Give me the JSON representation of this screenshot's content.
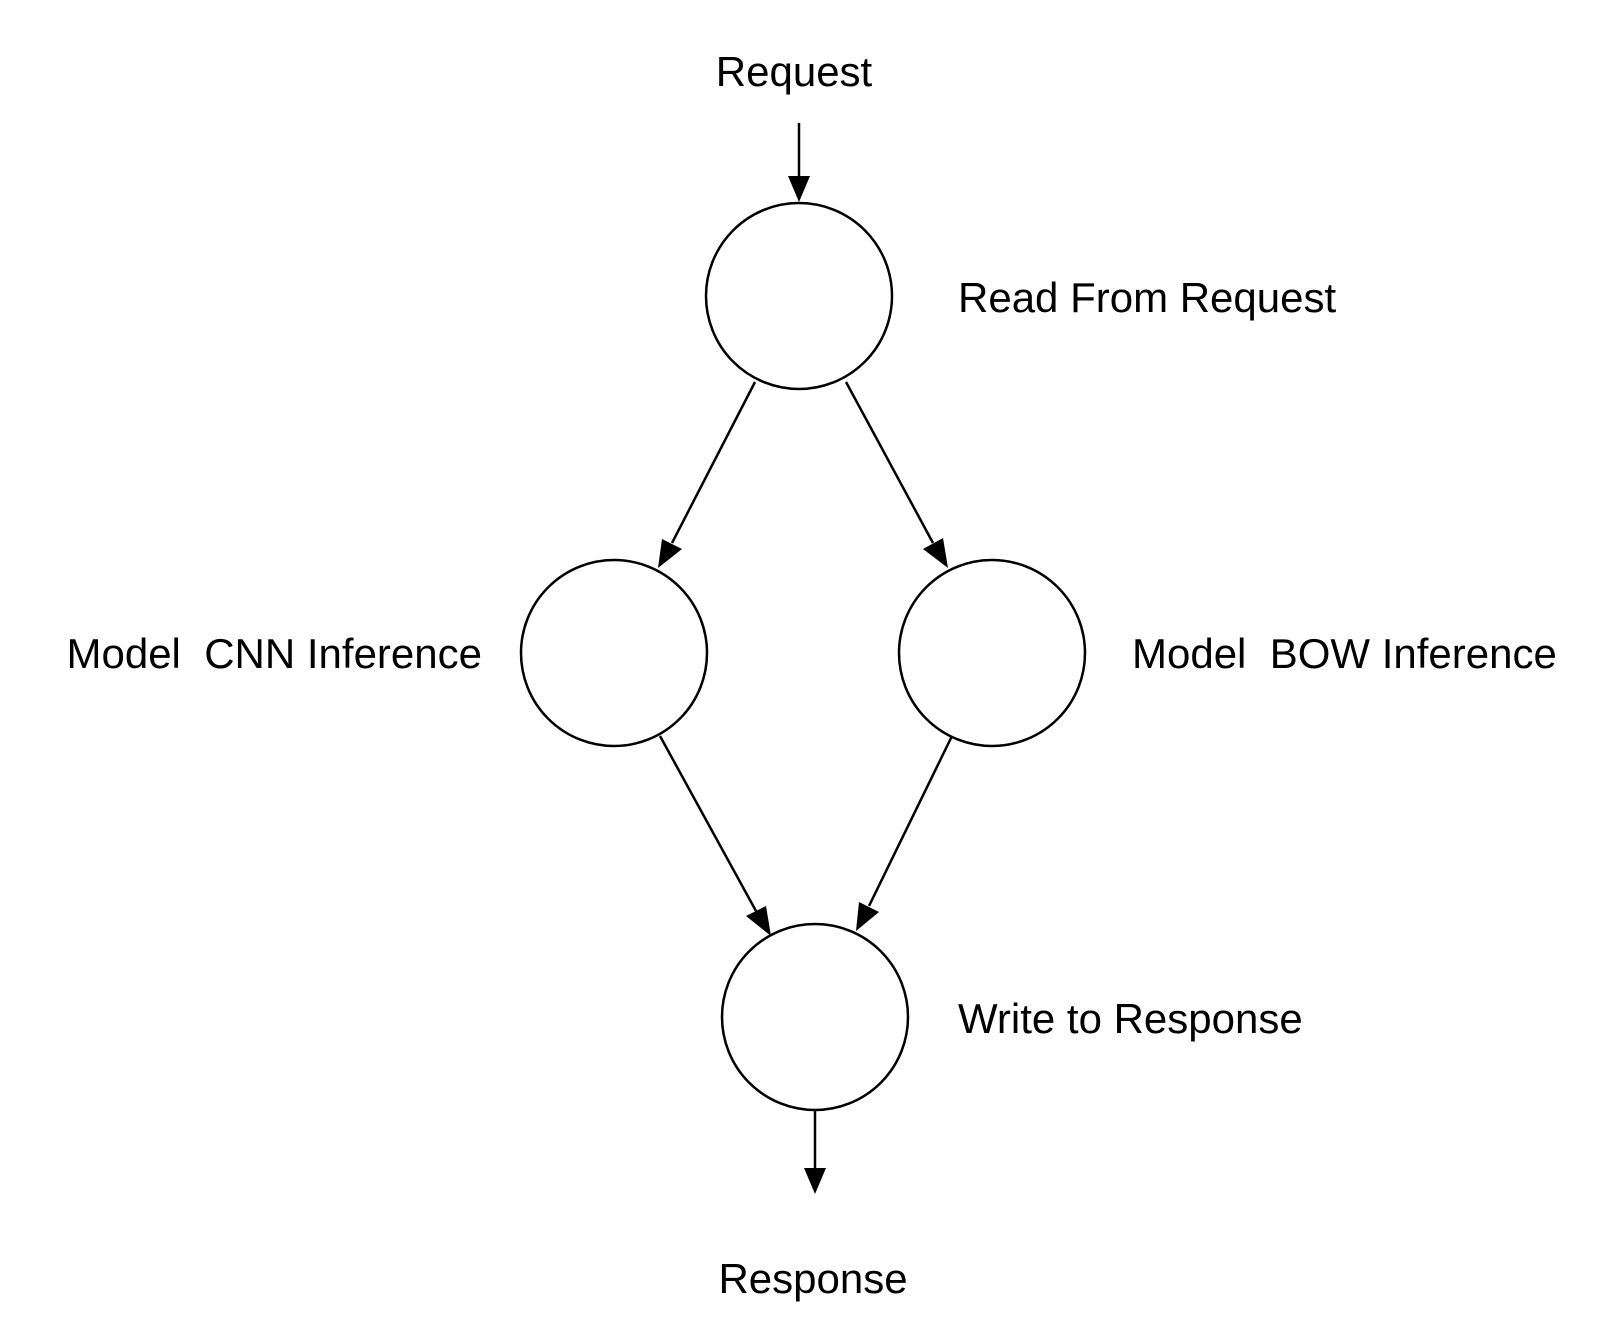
{
  "diagram": {
    "input_label": "Request",
    "output_label": "Response",
    "nodes": [
      {
        "id": "read",
        "label": "Read From Request"
      },
      {
        "id": "cnn",
        "label": "Model  CNN Inference"
      },
      {
        "id": "bow",
        "label": "Model  BOW Inference"
      },
      {
        "id": "write",
        "label": "Write to Response"
      }
    ],
    "edges": [
      {
        "from": "input",
        "to": "read"
      },
      {
        "from": "read",
        "to": "cnn"
      },
      {
        "from": "read",
        "to": "bow"
      },
      {
        "from": "cnn",
        "to": "write"
      },
      {
        "from": "bow",
        "to": "write"
      },
      {
        "from": "write",
        "to": "output"
      }
    ],
    "colors": {
      "stroke": "#000000",
      "node_fill": "#ffffff",
      "background": "#ffffff"
    }
  }
}
